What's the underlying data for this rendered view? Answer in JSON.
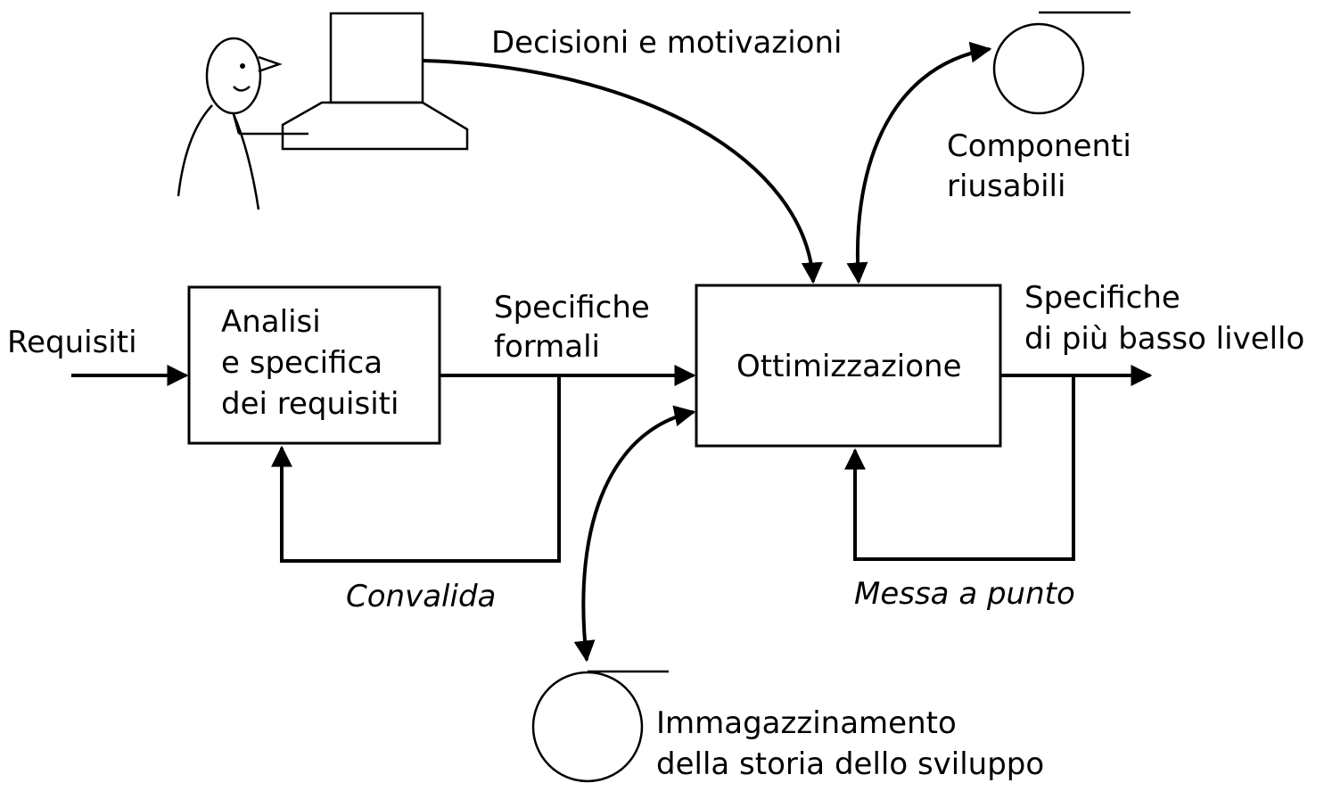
{
  "labels": {
    "input": "Requisiti",
    "analysis_box": [
      "Analisi",
      "e specifica",
      "dei requisiti"
    ],
    "formal_specs": [
      "Specifiche",
      "formali"
    ],
    "optimization_box": "Ottimizzazione",
    "output": [
      "Specifiche",
      "di più basso livello"
    ],
    "decisions": "Decisioni e motivazioni",
    "reusable_components": [
      "Componenti",
      "riusabili"
    ],
    "validation": "Convalida",
    "tuning": "Messa a punto",
    "history_storage": [
      "Immagazzinamento",
      "della storia dello sviluppo"
    ]
  }
}
